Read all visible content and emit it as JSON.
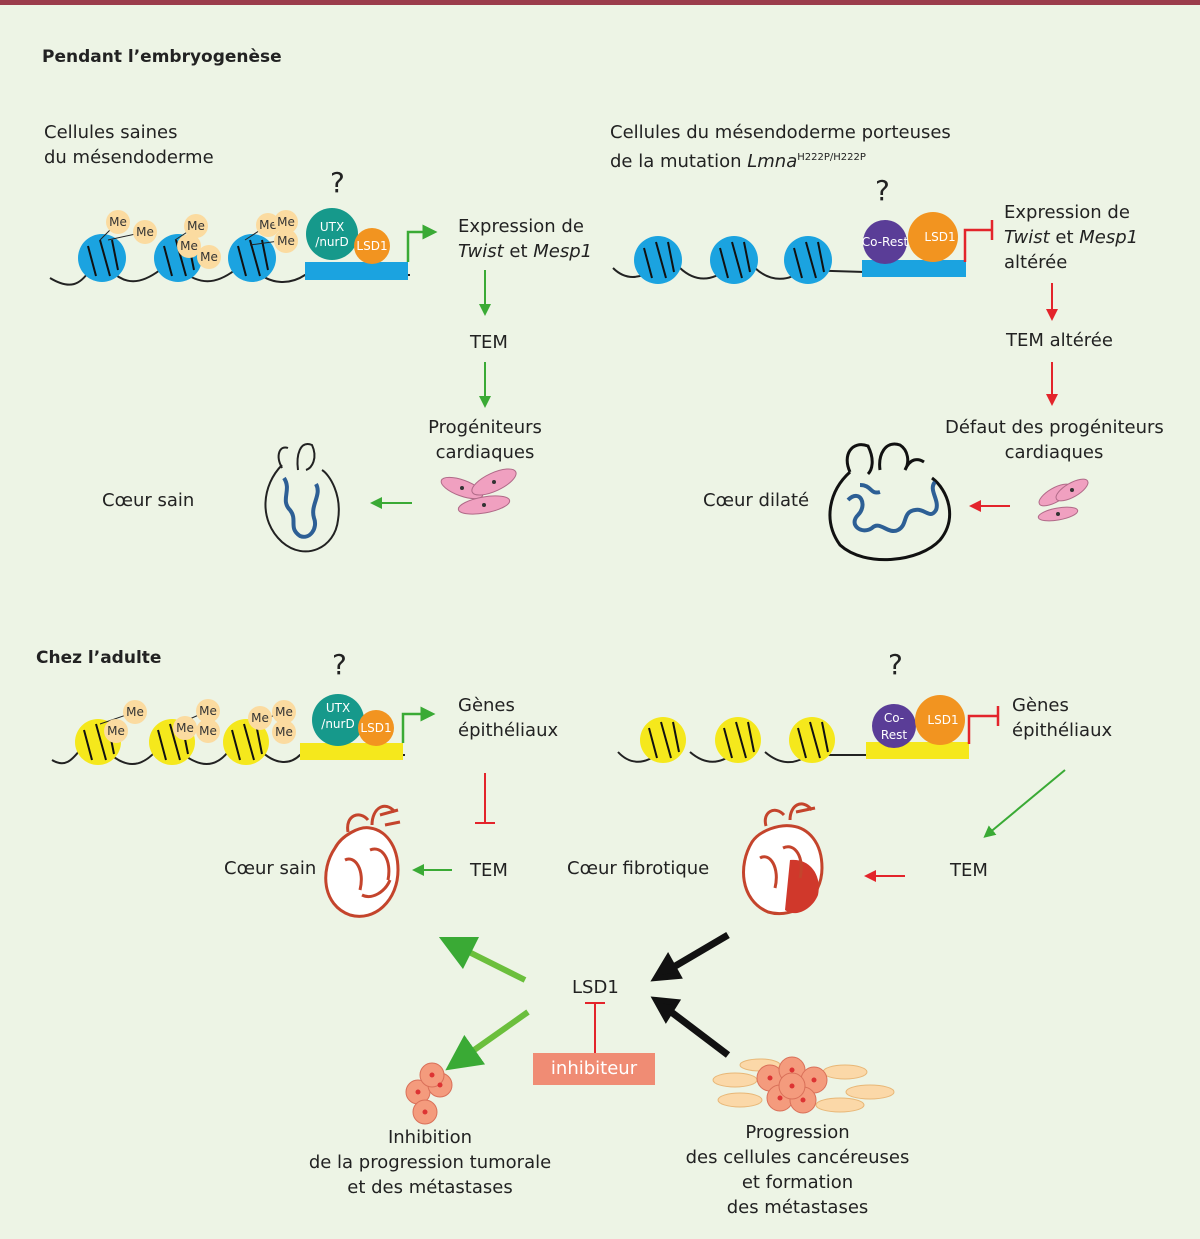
{
  "sections": {
    "embryo_title": "Pendant l’embryogenèse",
    "adult_title": "Chez l’adulte"
  },
  "embryo_left": {
    "cells": [
      "Cellules saines",
      "du mésendoderme"
    ],
    "question": "?",
    "methyl": "Me",
    "complex1": [
      "UTX",
      "/nurD"
    ],
    "complex2": "LSD1",
    "expression": [
      "Expression de",
      "Twist",
      " et ",
      "Mesp1"
    ],
    "tem": "TEM",
    "progenitors": [
      "Progéniteurs",
      "cardiaques"
    ],
    "heart": "Cœur sain"
  },
  "embryo_right": {
    "cells": [
      "Cellules du mésendoderme porteuses",
      "de la mutation ",
      "Lmna",
      "H222P/H222P"
    ],
    "question": "?",
    "complex1": "Co-Rest",
    "complex2": "LSD1",
    "expression": [
      "Expression de",
      "Twist",
      " et ",
      "Mesp1",
      "altérée"
    ],
    "tem": "TEM altérée",
    "progenitors": [
      "Défaut des progéniteurs",
      "cardiaques"
    ],
    "heart": "Cœur dilaté"
  },
  "adult_left": {
    "question": "?",
    "methyl": "Me",
    "complex1": [
      "UTX",
      "/nurD"
    ],
    "complex2": "LSD1",
    "genes": [
      "Gènes",
      "épithéliaux"
    ],
    "tem": "TEM",
    "heart": "Cœur sain"
  },
  "adult_right": {
    "question": "?",
    "complex1": [
      "Co-",
      "Rest"
    ],
    "complex2": "LSD1",
    "genes": [
      "Gènes",
      "épithéliaux"
    ],
    "tem": "TEM",
    "heart": "Cœur fibrotique"
  },
  "bottom": {
    "lsd1": "LSD1",
    "inhibitor": "inhibiteur",
    "inhibition": [
      "Inhibition",
      "de la progression tumorale",
      "et des métastases"
    ],
    "progression": [
      "Progression",
      "des cellules cancéreuses",
      "et formation",
      "des métastases"
    ]
  },
  "colors": {
    "nucleosome_embryo": "#1ba3e0",
    "nucleosome_adult": "#f5e81c",
    "dna_bar_embryo": "#1ba3e0",
    "dna_bar_adult": "#f5e81c",
    "methyl": "#fbdba0",
    "utx": "#16998b",
    "lsd1": "#f29420",
    "corest": "#5a3d97",
    "activate_arrow": "#3aaa35",
    "defect_arrow": "#e3242b",
    "heart_red": "#c4442c",
    "progenitor": "#f0a0c0",
    "inhibitor": "#f08c74"
  }
}
